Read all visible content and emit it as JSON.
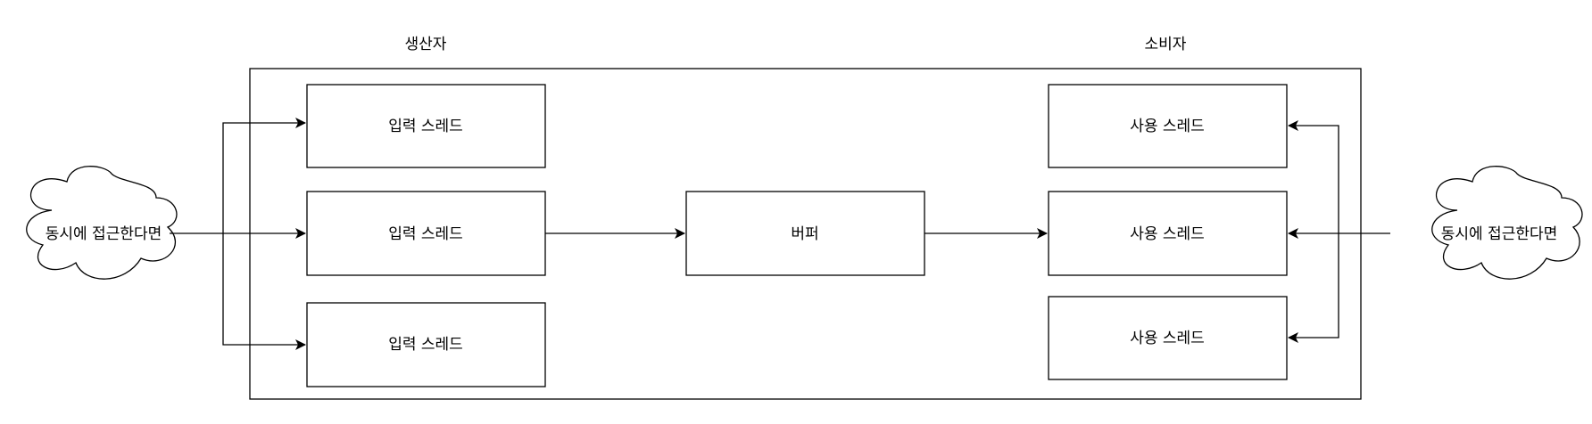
{
  "diagram": {
    "producer_label": "생산자",
    "consumer_label": "소비자",
    "left_cloud_label": "동시에 접근한다면",
    "right_cloud_label": "동시에 접근한다면",
    "input_threads": [
      "입력 스레드",
      "입력 스레드",
      "입력 스레드"
    ],
    "buffer_label": "버퍼",
    "use_threads": [
      "사용 스레드",
      "사용 스레드",
      "사용 스레드"
    ]
  },
  "colors": {
    "stroke": "#000000",
    "fill": "#ffffff"
  }
}
